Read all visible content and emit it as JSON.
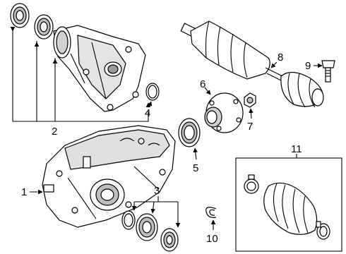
{
  "callouts": {
    "c1": "1",
    "c2": "2",
    "c3": "3",
    "c4": "4",
    "c5": "5",
    "c6": "6",
    "c7": "7",
    "c8": "8",
    "c9": "9",
    "c10": "10",
    "c11": "11"
  },
  "colors": {
    "line": "#000000",
    "part_fill": "#ffffff",
    "shade": "#d0d0d0",
    "dark_shade": "#9a9a9a",
    "background": "#ffffff"
  }
}
